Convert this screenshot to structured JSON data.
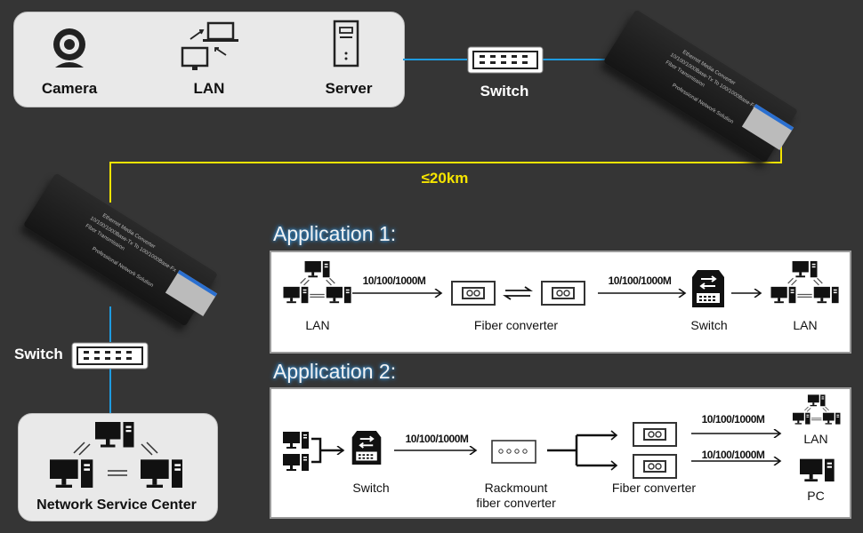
{
  "top_panel": {
    "items": [
      {
        "label": "Camera",
        "icon": "camera-icon"
      },
      {
        "label": "LAN",
        "icon": "lan-icon"
      },
      {
        "label": "Server",
        "icon": "server-icon"
      }
    ]
  },
  "top_switch": {
    "label": "Switch"
  },
  "distance": {
    "label": "≤20km"
  },
  "device": {
    "title": "Ethernet Media Converter",
    "spec": "10/100/1000Base-Tx To 100/1000Base-Fx",
    "sub": "Fiber Transmission",
    "brand": "Professional Network Solution"
  },
  "left_switch": {
    "label": "Switch"
  },
  "bottom_panel": {
    "label": "Network Service Center"
  },
  "app1": {
    "title": "Application 1:",
    "speed1": "10/100/1000M",
    "speed2": "10/100/1000M",
    "lan_left": "LAN",
    "fiber": "Fiber converter",
    "switch": "Switch",
    "lan_right": "LAN"
  },
  "app2": {
    "title": "Application  2:",
    "speed1": "10/100/1000M",
    "speed2": "10/100/1000M",
    "speed3": "10/100/1000M",
    "switch": "Switch",
    "rack1": "Rackmount",
    "rack2": "fiber converter",
    "fiber": "Fiber converter",
    "lan": "LAN",
    "pc": "PC"
  },
  "colors": {
    "background": "#353535",
    "link": "#1e9be0",
    "fiber": "#f5e400",
    "panel": "#e9e9e9"
  }
}
